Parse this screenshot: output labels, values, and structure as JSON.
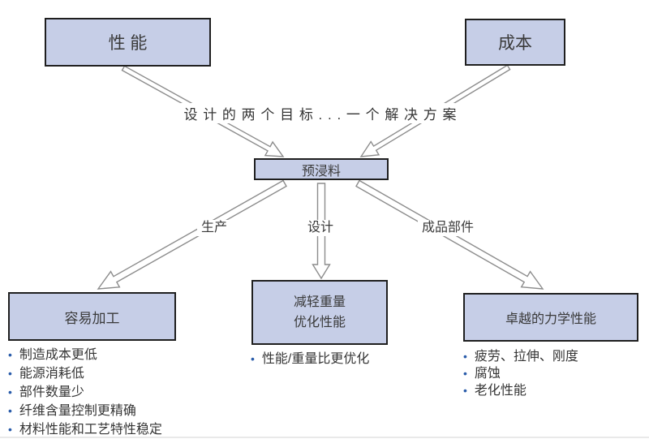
{
  "diagram": {
    "top_boxes": [
      {
        "label": "性 能"
      },
      {
        "label": "成本"
      }
    ],
    "caption": "设 计 的 两 个 目 标 . . . 一 个 解 决 方 案",
    "center_box": {
      "label": "预浸料"
    },
    "branch_labels": [
      {
        "label": "生产"
      },
      {
        "label": "设计"
      },
      {
        "label": "成品部件"
      }
    ],
    "bottom_groups": [
      {
        "box_lines": [
          "容易加工"
        ],
        "bullets": [
          "制造成本更低",
          "能源消耗低",
          "部件数量少",
          "纤维含量控制更精确",
          "材料性能和工艺特性稳定"
        ]
      },
      {
        "box_lines": [
          "减轻重量",
          "优化性能"
        ],
        "bullets": [
          "性能/重量比更优化"
        ]
      },
      {
        "box_lines": [
          "卓越的力学性能"
        ],
        "bullets": [
          "疲劳、拉伸、刚度",
          "腐蚀",
          "老化性能"
        ]
      }
    ],
    "bullet_glyph": "•",
    "colors": {
      "box_fill": "#c6cee7",
      "box_border": "#1f1f1f",
      "arrow_stroke": "#8c8c8c",
      "bullet": "#2a5caa",
      "text": "#3a3a3a"
    }
  }
}
